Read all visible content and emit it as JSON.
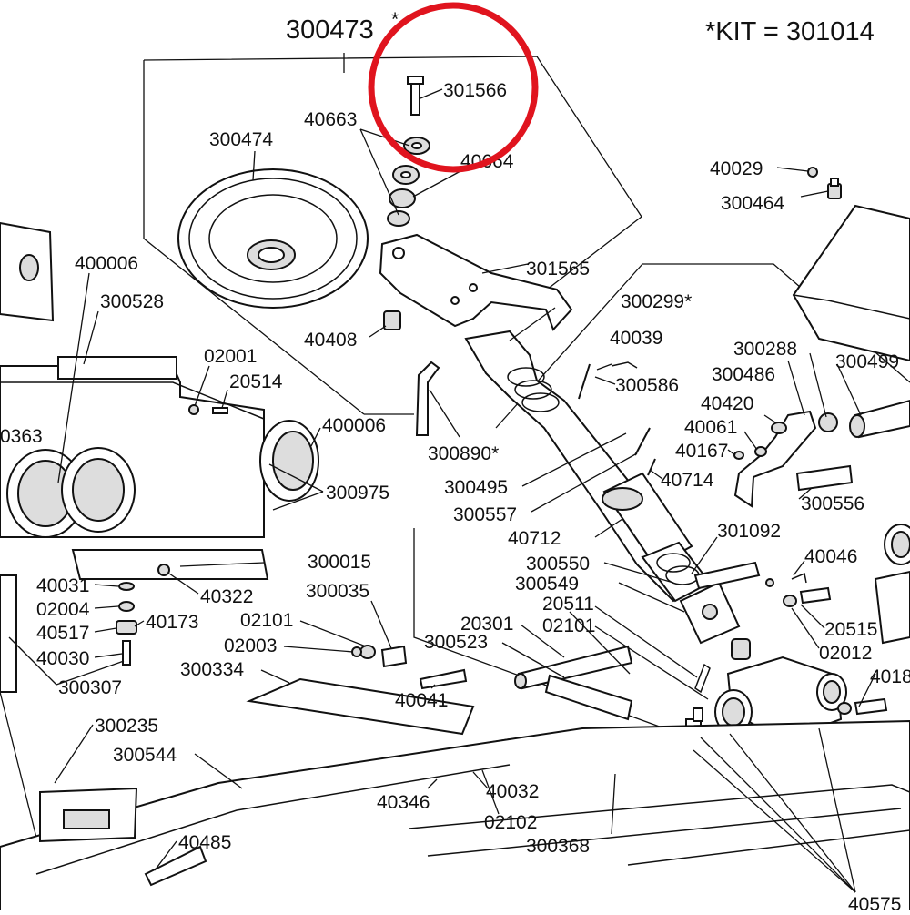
{
  "header": {
    "assembly_number": "300473",
    "assembly_mark": "*",
    "kit_note": "*KIT = 301014"
  },
  "highlight": {
    "color": "#e0141e",
    "part": "301566"
  },
  "parts": [
    "301566",
    "40663",
    "40664",
    "300474",
    "301565",
    "40408",
    "300890*",
    "40029",
    "300464",
    "400006",
    "300528",
    "02001",
    "20514",
    "0363",
    "400006",
    "300975",
    "300299*",
    "40039",
    "300586",
    "300288",
    "300486",
    "300499",
    "40420",
    "40061",
    "40167",
    "40714",
    "300556",
    "300495",
    "300557",
    "40712",
    "301092",
    "40046",
    "300550",
    "300549",
    "20511",
    "02101",
    "20515",
    "02012",
    "300015",
    "40322",
    "40031",
    "02004",
    "40173",
    "40517",
    "40030",
    "300307",
    "300035",
    "02101",
    "02003",
    "300334",
    "40041",
    "20301",
    "300523",
    "4018",
    "300235",
    "300544",
    "40346",
    "40032",
    "02102",
    "300368",
    "40485",
    "40575"
  ]
}
